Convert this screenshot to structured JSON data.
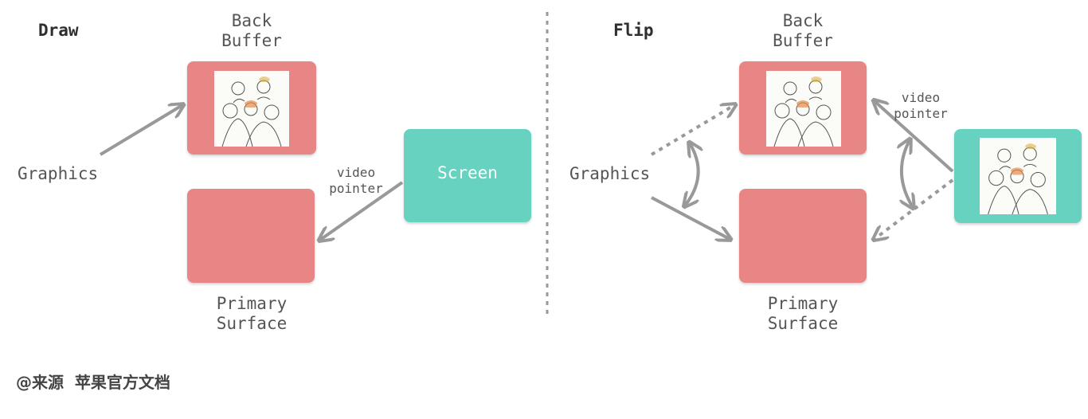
{
  "draw": {
    "title": "Draw",
    "back_buffer_label": [
      "Back",
      "Buffer"
    ],
    "primary_surface_label": [
      "Primary",
      "Surface"
    ],
    "graphics_label": "Graphics",
    "screen_label": "Screen",
    "video_pointer_label": [
      "video",
      "pointer"
    ]
  },
  "flip": {
    "title": "Flip",
    "back_buffer_label": [
      "Back",
      "Buffer"
    ],
    "primary_surface_label": [
      "Primary",
      "Surface"
    ],
    "graphics_label": "Graphics",
    "video_pointer_label": [
      "video",
      "pointer"
    ]
  },
  "source": "@来源  苹果官方文档",
  "colors": {
    "buffer": "#e88585",
    "screen": "#66d2bf",
    "arrow": "#999999"
  },
  "icons": [
    "illustration-image",
    "arrow-icon",
    "curved-double-arrow-icon",
    "dotted-arrow-icon"
  ]
}
